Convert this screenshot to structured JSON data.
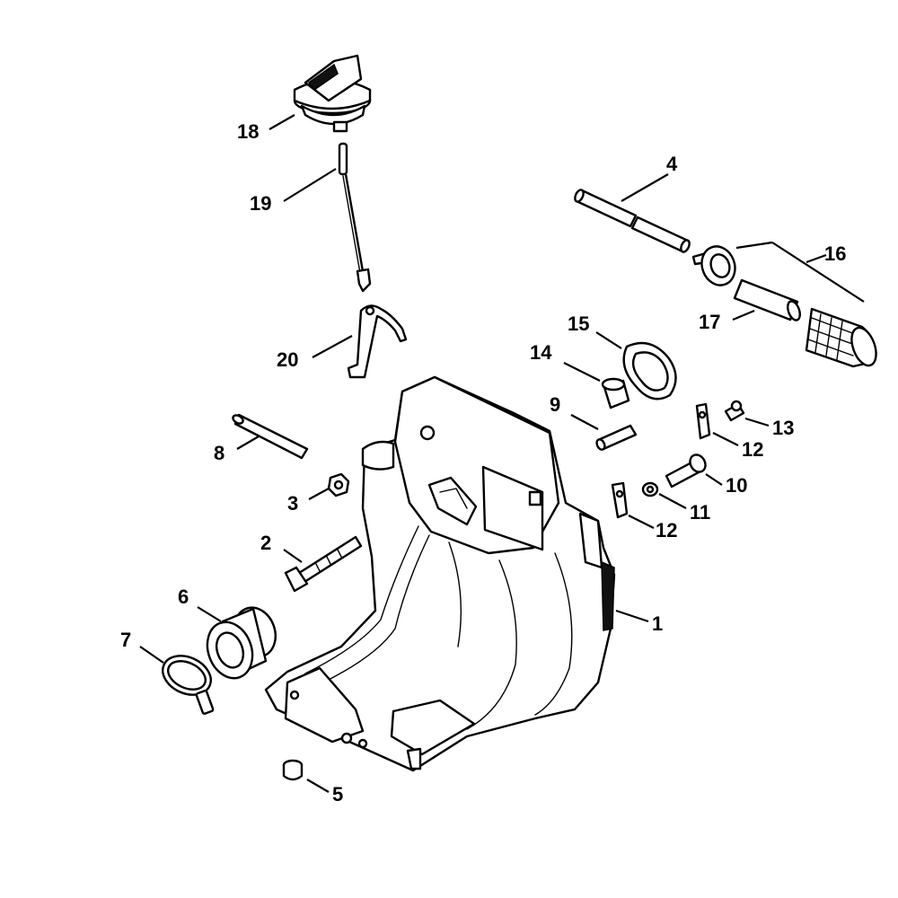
{
  "labels": {
    "p1": "1",
    "p2": "2",
    "p3": "3",
    "p4": "4",
    "p5": "5",
    "p6": "6",
    "p7": "7",
    "p8": "8",
    "p9": "9",
    "p10": "10",
    "p11": "11",
    "p12a": "12",
    "p12b": "12",
    "p13": "13",
    "p14": "14",
    "p15": "15",
    "p16": "16",
    "p17": "17",
    "p18": "18",
    "p19": "19",
    "p20": "20"
  }
}
